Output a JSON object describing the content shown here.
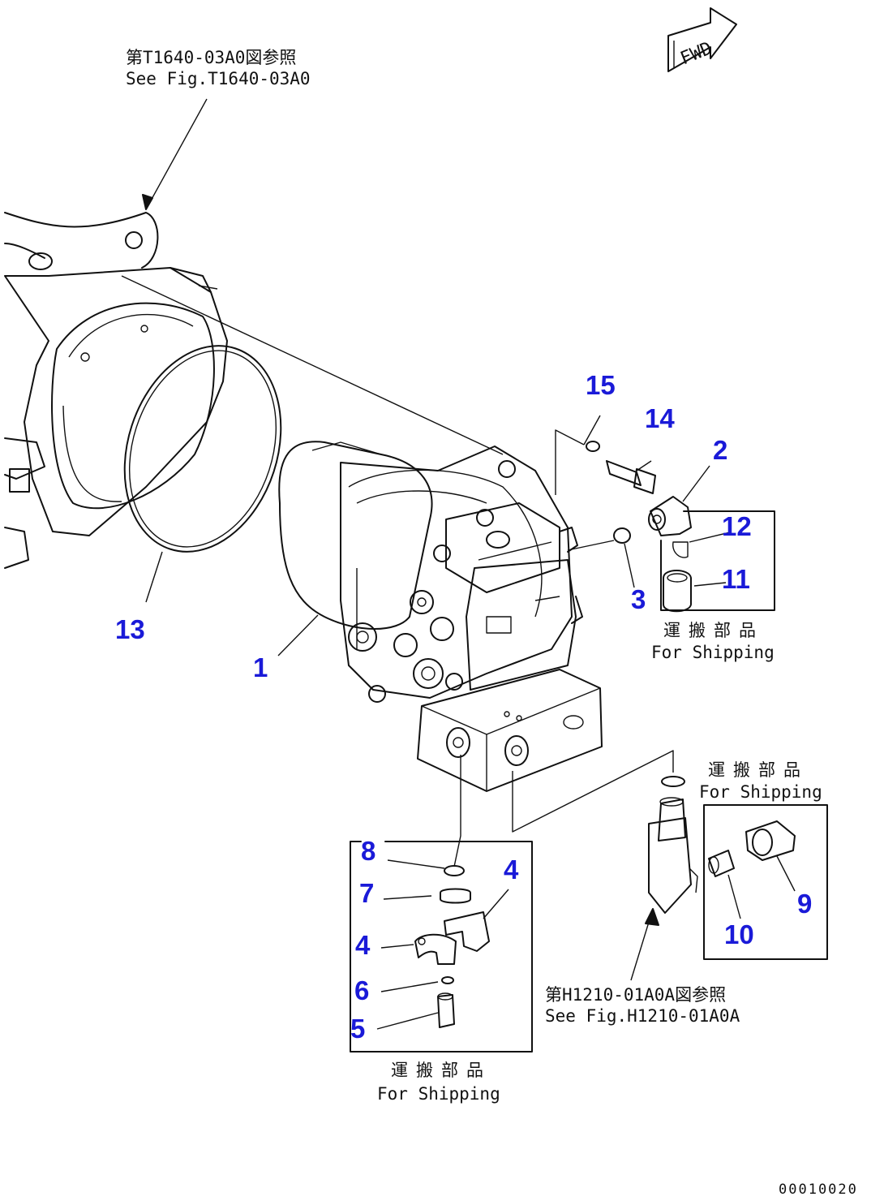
{
  "references": {
    "top_jp": "第T1640-03A0図参照",
    "top_en": "See Fig.T1640-03A0",
    "bottom_jp": "第H1210-01A0A図参照",
    "bottom_en": "See Fig.H1210-01A0A"
  },
  "direction_marker": "FWD",
  "shipping_notes": {
    "right_jp": "運搬部品",
    "right_en": "For Shipping",
    "mid_jp": "運搬部品",
    "mid_en": "For Shipping",
    "bottom_jp": "運搬部品",
    "bottom_en": "For Shipping"
  },
  "callouts": {
    "c1": "1",
    "c2": "2",
    "c3": "3",
    "c4a": "4",
    "c4b": "4",
    "c5": "5",
    "c6": "6",
    "c7": "7",
    "c8": "8",
    "c9": "9",
    "c10": "10",
    "c11": "11",
    "c12": "12",
    "c13": "13",
    "c14": "14",
    "c15": "15"
  },
  "drawing_code": "00010020",
  "colors": {
    "callout": "#1a1ad8",
    "line": "#111111",
    "background": "#ffffff"
  }
}
